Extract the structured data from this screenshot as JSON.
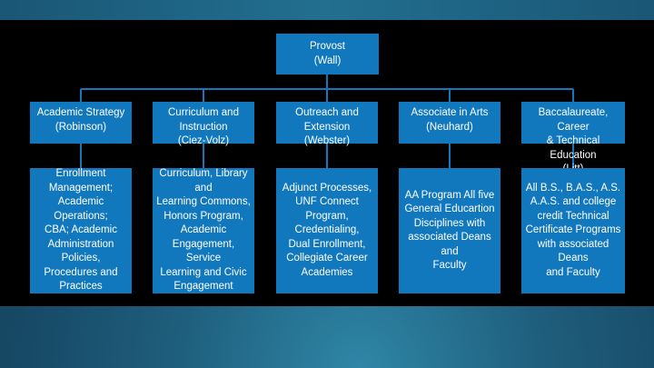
{
  "provost": {
    "text": "Provost\n(Wall)"
  },
  "divisions": [
    {
      "text": "Academic Strategy\n(Robinson)",
      "detail": "Enrollment\nManagement;\nAcademic Operations;\nCBA; Academic\nAdministration Policies,\nProcedures and\nPractices"
    },
    {
      "text": "Curriculum and\nInstruction\n(Ciez-Volz)",
      "detail": "Curriculum, Library and\nLearning Commons,\nHonors Program,\nAcademic\nEngagement, Service\nLearning and Civic\nEngagement"
    },
    {
      "text": "Outreach and\nExtension\n(Webster)",
      "detail": "Adjunct Processes,\nUNF Connect Program,\nCredentialing,\nDual Enrollment,\nCollegiate Career\nAcademies"
    },
    {
      "text": "Associate in Arts\n(Neuhard)",
      "detail": "AA Program All five\nGeneral Educartion\nDisciplines with\nassociated Deans and\nFaculty"
    },
    {
      "text": "Baccalaureate, Career\n& Technical Education\n(Litt)",
      "detail": "All B.S., B.A.S., A.S.\nA.A.S. and college\ncredit Technical\nCertificate Programs\nwith associated Deans\nand Faculty"
    }
  ],
  "colors": {
    "box": "#1278be",
    "connector": "#1278be",
    "background": "#000000"
  }
}
